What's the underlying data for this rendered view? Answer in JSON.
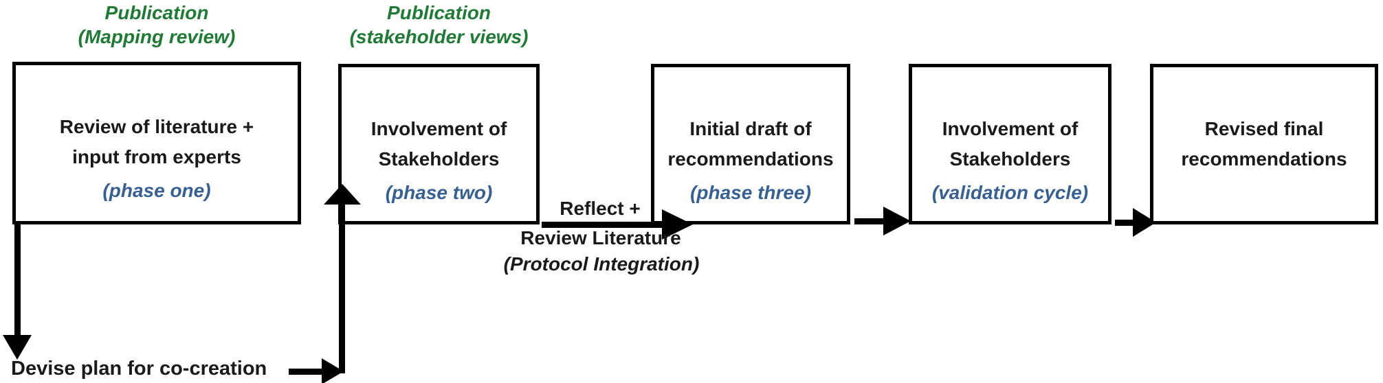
{
  "diagram": {
    "title_colors": {
      "publication_green": "#1f7a35",
      "phase_blue": "#376092",
      "text_black": "#1a1a1a",
      "arrow_black": "#000000",
      "background": "#ffffff"
    },
    "publication_labels": [
      {
        "line1": "Publication",
        "line2": "(Mapping review)"
      },
      {
        "line1": "Publication",
        "line2": "(stakeholder views)"
      }
    ],
    "boxes": [
      {
        "line1": "Review of literature +",
        "line2": "input from experts",
        "phase": "(phase one)"
      },
      {
        "line1": "Involvement of",
        "line2": "Stakeholders",
        "phase": "(phase two)"
      },
      {
        "line1": "Initial draft of",
        "line2": "recommendations",
        "phase": "(phase three)"
      },
      {
        "line1": "Involvement of",
        "line2": "Stakeholders",
        "phase": "(validation cycle)"
      },
      {
        "line1": "Revised final",
        "line2": "recommendations",
        "phase": ""
      }
    ],
    "connector_labels": {
      "reflect": "Reflect +",
      "review": "Review Literature",
      "protocol": "(Protocol Integration)",
      "devise": "Devise plan for co-creation"
    }
  }
}
